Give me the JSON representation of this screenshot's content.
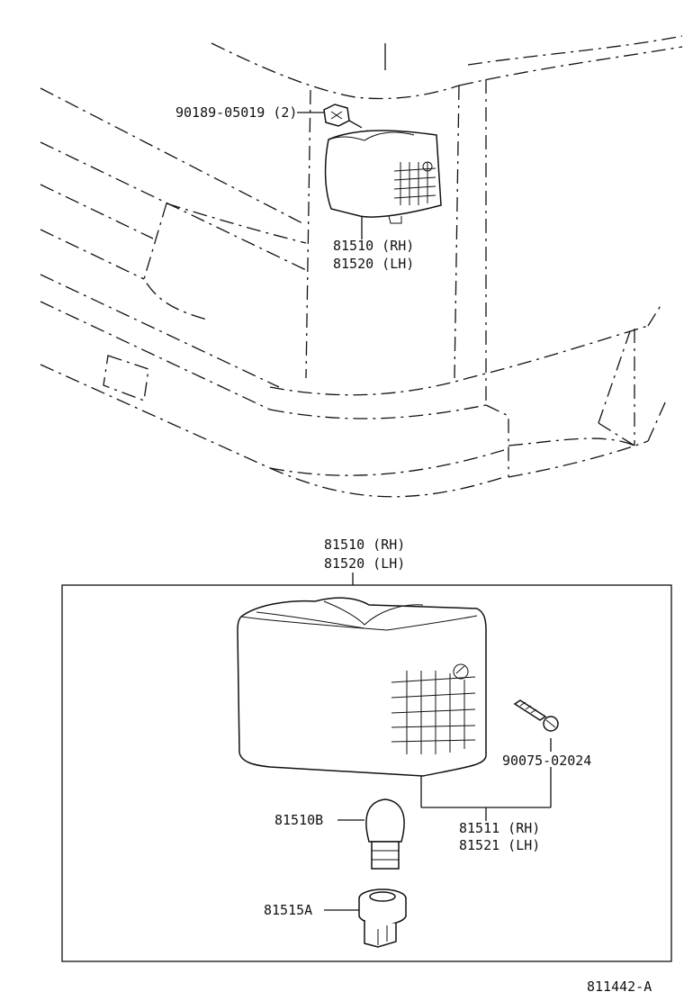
{
  "top_view": {
    "clip_label": "90189-05019 (2)",
    "lamp_label_rh": "81510 (RH)",
    "lamp_label_lh": "81520 (LH)"
  },
  "detail_view": {
    "lamp_label_rh": "81510 (RH)",
    "lamp_label_lh": "81520 (LH)",
    "screw_label": "90075-02024",
    "lens_label_rh": "81511 (RH)",
    "lens_label_lh": "81521 (LH)",
    "bulb_label": "81510B",
    "socket_label": "81515A"
  },
  "figure_code": "811442-A"
}
